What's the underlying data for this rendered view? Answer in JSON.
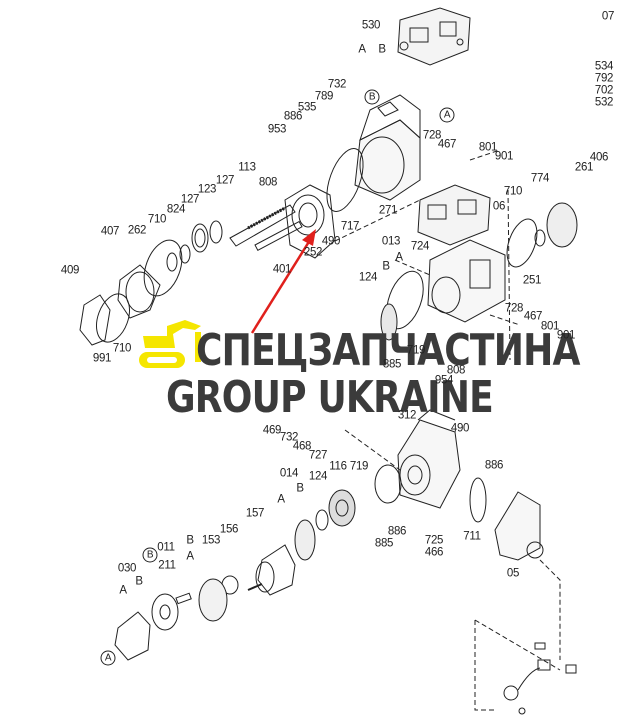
{
  "callouts": [
    "530",
    "A",
    "B",
    "07",
    "534",
    "792",
    "702",
    "532",
    "732",
    "789",
    "535",
    "886",
    "953",
    "728",
    "467",
    "801",
    "901",
    "406",
    "113",
    "808",
    "127",
    "123",
    "127",
    "824",
    "710",
    "261",
    "774",
    "710",
    "271",
    "06",
    "717",
    "407",
    "262",
    "490",
    "013",
    "724",
    "252",
    "A",
    "B",
    "401",
    "409",
    "251",
    "124",
    "728",
    "467",
    "801",
    "901",
    "991",
    "710",
    "719",
    "885",
    "954",
    "808",
    "312",
    "490",
    "469",
    "732",
    "468",
    "727",
    "886",
    "014",
    "116",
    "719",
    "124",
    "B",
    "A",
    "157",
    "156",
    "153",
    "011",
    "B",
    "A",
    "211",
    "030",
    "B",
    "A",
    "886",
    "885",
    "725",
    "466",
    "711",
    "05"
  ],
  "circled_refs": [
    "A",
    "B",
    "B",
    "A"
  ],
  "watermark": {
    "line1": "СПЕЦЗАПЧАСТИНА",
    "line2": "GROUP UKRAINE",
    "brand_color": "#f5e600",
    "text_color": "#3b3b3b"
  },
  "arrow_color": "#e0201c"
}
